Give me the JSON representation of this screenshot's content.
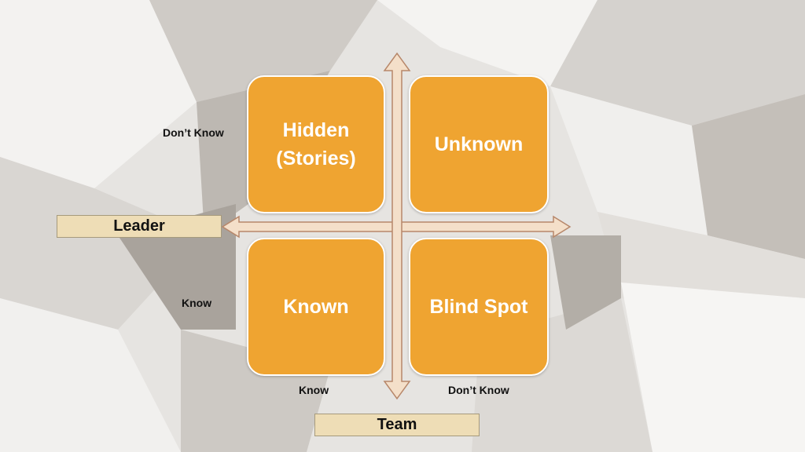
{
  "colors": {
    "quadrant_fill": "#efa431",
    "quadrant_text": "#ffffff",
    "label_box_fill": "#eeddb6",
    "arrow_fill": "#f4dfc9",
    "arrow_stroke": "#b7876a"
  },
  "quadrants": {
    "top_left": "Hidden\n(Stories)",
    "top_right": "Unknown",
    "bottom_left": "Known",
    "bottom_right": "Blind Spot"
  },
  "axes": {
    "leader_label": "Leader",
    "team_label": "Team",
    "leader_top_tick": "Don’t Know",
    "leader_bottom_tick": "Know",
    "team_left_tick": "Know",
    "team_right_tick": "Don’t Know"
  }
}
